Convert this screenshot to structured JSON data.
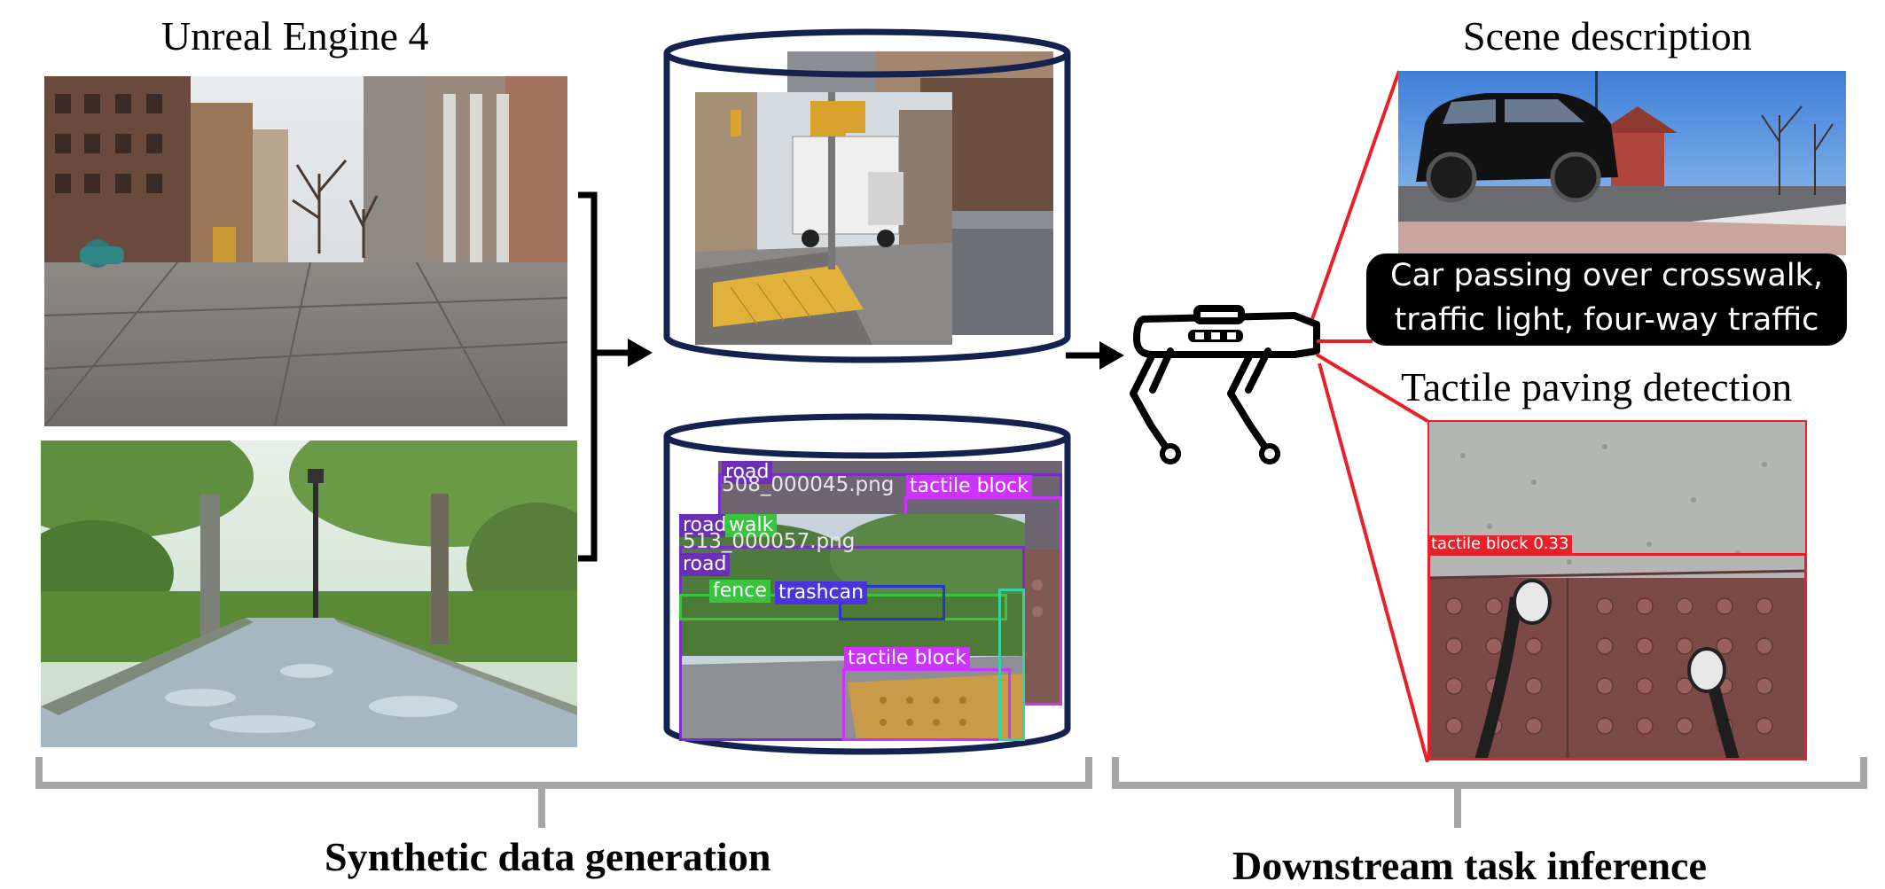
{
  "left_panel": {
    "title": "Unreal Engine 4"
  },
  "datasets": {
    "top": {},
    "bottom": {
      "file_back": "508_000045.png",
      "file_front": "513_000057.png",
      "labels_back": [
        "road",
        "tactile block"
      ],
      "labels_front": [
        "road",
        "walk",
        "road",
        "fence",
        "trashcan",
        "tactile block"
      ]
    }
  },
  "right_panel": {
    "scene_title": "Scene description",
    "scene_caption_line1": "Car passing over crosswalk,",
    "scene_caption_line2": "traffic light, four-way traffic",
    "tactile_title": "Tactile paving detection",
    "detection_label": "tactile block 0.33"
  },
  "bottom": {
    "left_label": "Synthetic data generation",
    "right_label": "Downstream task inference"
  },
  "colors": {
    "cylinder_stroke": "#13224f",
    "connector_red": "#e8202a",
    "bracket_gray": "#a6a6a6",
    "tactile_magenta": "#cc33ff"
  }
}
